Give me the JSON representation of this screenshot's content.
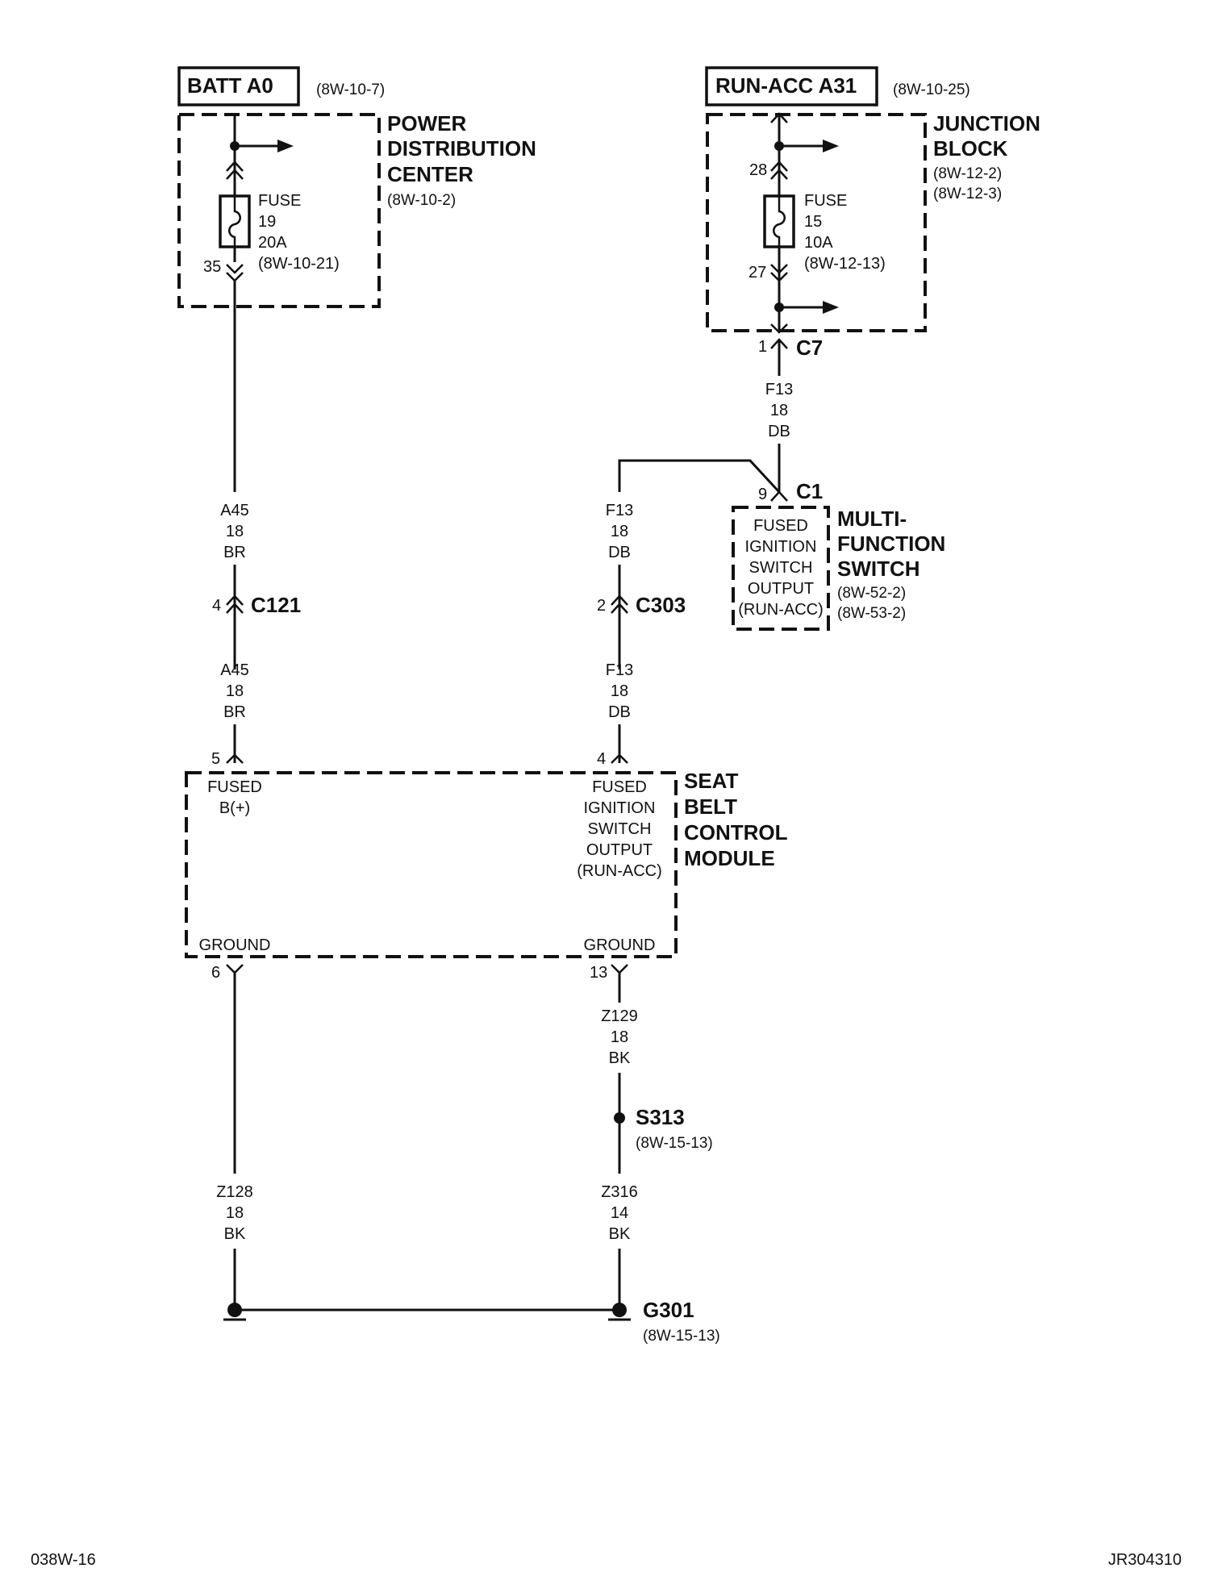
{
  "sources": {
    "batt": {
      "label": "BATT A0",
      "ref": "(8W-10-7)"
    },
    "run_acc": {
      "label": "RUN-ACC A31",
      "ref": "(8W-10-25)"
    }
  },
  "pdc": {
    "title": [
      "POWER",
      "DISTRIBUTION",
      "CENTER"
    ],
    "ref": "(8W-10-2)",
    "fuse": {
      "label": "FUSE",
      "number": "19",
      "rating": "20A",
      "ref": "(8W-10-21)"
    },
    "pin_out": "35"
  },
  "junction_block": {
    "title": [
      "JUNCTION",
      "BLOCK"
    ],
    "refs": [
      "(8W-12-2)",
      "(8W-12-3)"
    ],
    "fuse": {
      "label": "FUSE",
      "number": "15",
      "rating": "10A",
      "ref": "(8W-12-13)"
    },
    "pin_in": "28",
    "pin_out": "27"
  },
  "connectors": {
    "c7": {
      "name": "C7",
      "pin": "1"
    },
    "c1": {
      "name": "C1",
      "pin": "9"
    },
    "c121": {
      "name": "C121",
      "pin": "4"
    },
    "c303": {
      "name": "C303",
      "pin": "2"
    }
  },
  "wires": {
    "f13_top": [
      "F13",
      "18",
      "DB"
    ],
    "f13_mid": [
      "F13",
      "18",
      "DB"
    ],
    "f13_low": [
      "F13",
      "18",
      "DB"
    ],
    "a45_top": [
      "A45",
      "18",
      "BR"
    ],
    "a45_low": [
      "A45",
      "18",
      "BR"
    ],
    "z129": [
      "Z129",
      "18",
      "BK"
    ],
    "z316": [
      "Z316",
      "14",
      "BK"
    ],
    "z128": [
      "Z128",
      "18",
      "BK"
    ]
  },
  "mfs": {
    "title": [
      "MULTI-",
      "FUNCTION",
      "SWITCH"
    ],
    "refs": [
      "(8W-52-2)",
      "(8W-53-2)"
    ],
    "inner": [
      "FUSED",
      "IGNITION",
      "SWITCH",
      "OUTPUT",
      "(RUN-ACC)"
    ]
  },
  "sbcm": {
    "title": [
      "SEAT",
      "BELT",
      "CONTROL",
      "MODULE"
    ],
    "pin5": "5",
    "pin4": "4",
    "pin6": "6",
    "pin13": "13",
    "fused_b": [
      "FUSED",
      "B(+)"
    ],
    "fused_ign": [
      "FUSED",
      "IGNITION",
      "SWITCH",
      "OUTPUT",
      "(RUN-ACC)"
    ],
    "ground_left": "GROUND",
    "ground_right": "GROUND"
  },
  "splice": {
    "name": "S313",
    "ref": "(8W-15-13)"
  },
  "ground": {
    "name": "G301",
    "ref": "(8W-15-13)"
  },
  "footer": {
    "left": "038W-16",
    "right": "JR304310"
  }
}
